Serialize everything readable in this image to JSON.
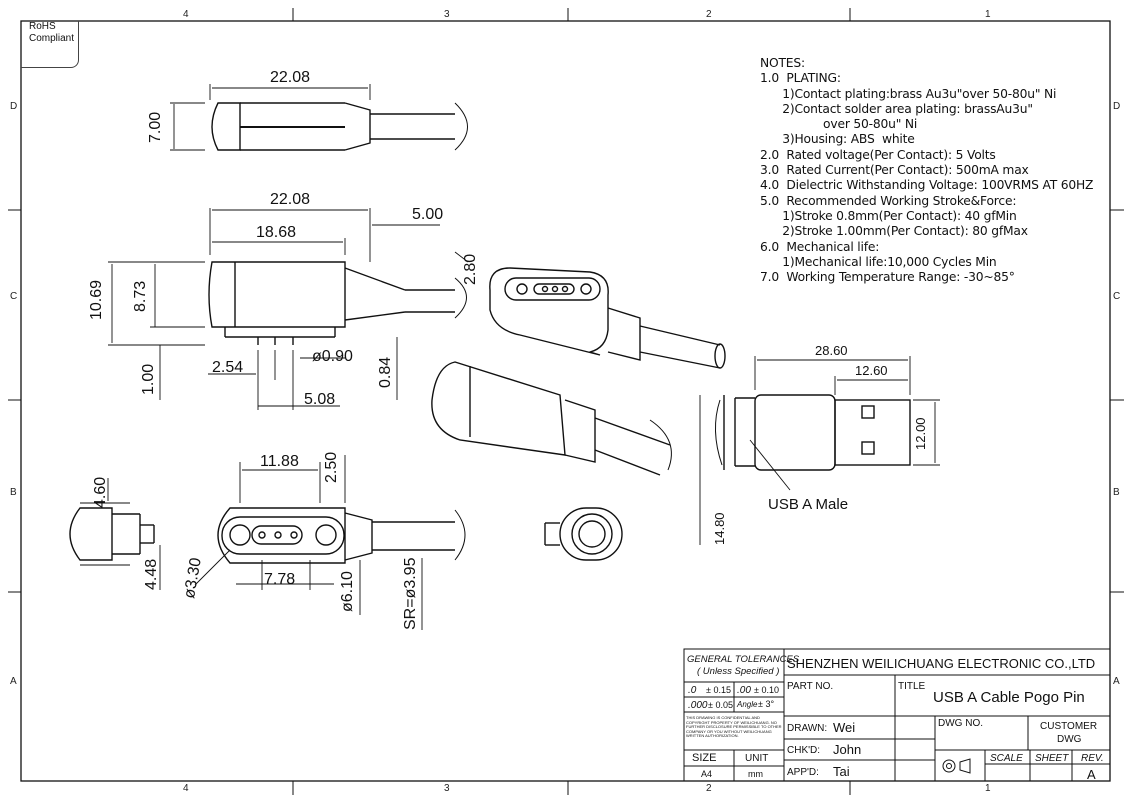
{
  "zone_numbers": [
    "4",
    "3",
    "2",
    "1"
  ],
  "zone_letters": [
    "D",
    "C",
    "B",
    "A"
  ],
  "rohs": {
    "line1": "RoHS",
    "line2": "Compliant"
  },
  "dimensions": {
    "top_len": "22.08",
    "top_h": "7.00",
    "side_len": "22.08",
    "side_inner": "18.68",
    "side_cable": "5.00",
    "side_angle": "2.80",
    "side_h1": "10.69",
    "side_h2": "8.73",
    "side_base": "1.00",
    "pin_pitch": "2.54",
    "pin_dia": "ø0.90",
    "pin_h": "0.84",
    "pin_span": "5.08",
    "front_len": "11.88",
    "front_offset": "2.50",
    "front_pin_span": "7.78",
    "front_r": "ø3.30",
    "front_cable": "ø6.10",
    "front_sr": "SR=ø3.95",
    "end_h1": "4.60",
    "end_h2": "4.48",
    "usb_len": "28.60",
    "usb_plug": "12.60",
    "usb_w": "12.00",
    "usb_h": "14.80"
  },
  "usb_label": "USB A Male",
  "notes": [
    "NOTES:",
    "1.0  PLATING:",
    "      1)Contact plating:brass Au3u\"over 50-80u\" Ni",
    "      2)Contact solder area plating: brassAu3u\"",
    "                 over 50-80u\" Ni",
    "      3)Housing: ABS  white",
    "2.0  Rated voltage(Per Contact): 5 Volts",
    "3.0  Rated Current(Per Contact): 500mA max",
    "4.0  Dielectric Withstanding Voltage: 100VRMS AT 60HZ",
    "5.0  Recommended Working Stroke&Force:",
    "      1)Stroke 0.8mm(Per Contact): 40 gfMin",
    "      2)Stroke 1.00mm(Per Contact): 80 gfMax",
    "6.0  Mechanical life:",
    "      1)Mechanical life:10,000 Cycles Min",
    "7.0  Working Temperature Range: -30~85°"
  ],
  "title_block": {
    "gen_tol": "GENERAL TOLERANCES",
    "unless": "( Unless Specified )",
    "tol1_key": ".0",
    "tol1_val": "± 0.15",
    "tol2_key": ".00",
    "tol2_val": "± 0.10",
    "tol3_key": ".000",
    "tol3_val": "± 0.05",
    "tol4_key": "Angle",
    "tol4_val": "±  3°",
    "disclaimer": "THIS DRAWING IS CONFIDENTIAL AND COPYRIGHT PROPERTY OF WEILICHUANG. NO FURTHER DISCLOSURE PERMISSIBLE TO OTHER COMPANY OR YOU WITHOUT WEILICHUANG WRITTEN AUTHORIZATION.",
    "company": "SHENZHEN WEILICHUANG ELECTRONIC CO.,LTD",
    "part_no": "PART NO.",
    "title_lbl": "TITLE",
    "title": "USB A Cable Pogo Pin",
    "drawn_lbl": "DRAWN:",
    "drawn": "Wei",
    "chk_lbl": "CHK'D:",
    "chk": "John",
    "app_lbl": "APP'D:",
    "app": "Tai",
    "dwg_no": "DWG NO.",
    "customer": "CUSTOMER",
    "customer_dwg": "DWG",
    "size_lbl": "SIZE",
    "size": "A4",
    "unit_lbl": "UNIT",
    "unit": "mm",
    "scale": "SCALE",
    "sheet": "SHEET",
    "rev_lbl": "REV.",
    "rev": "A"
  }
}
